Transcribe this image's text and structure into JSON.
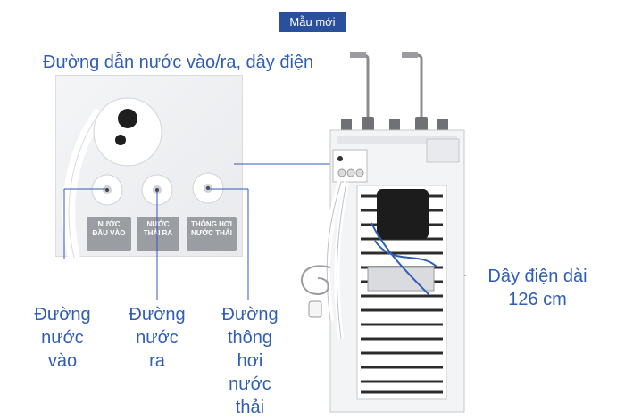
{
  "badge": "Mẫu mới",
  "labels": {
    "main": "Đường dẫn nước vào/ra, dây điện",
    "inlet": "Đường\nnước\nvào",
    "outlet": "Đường\nnước\nra",
    "vent": "Đường\nthông\nhơi\nnước\nthải",
    "cable": "Dây điện dài\n126 cm"
  },
  "tags": {
    "inlet": "NƯỚC\nĐẦU VÀO",
    "outlet": "NƯỚC\nTHẢI RA",
    "vent": "THÔNG HƠI\nNƯỚC THẢI"
  },
  "colors": {
    "accent": "#2f5db7",
    "badge": "#2a4f9c"
  }
}
